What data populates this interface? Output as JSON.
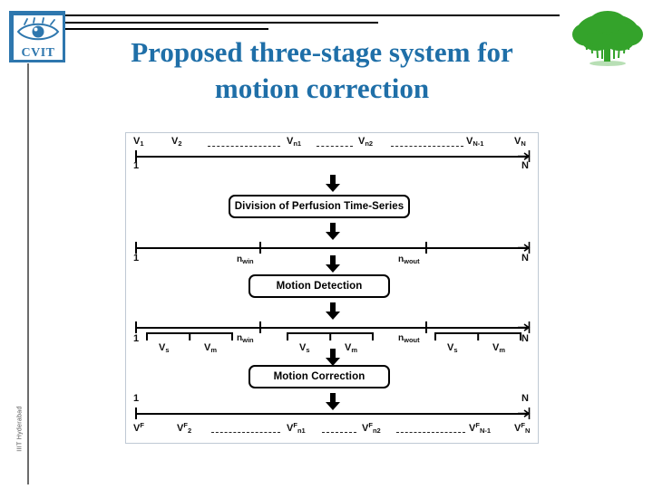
{
  "slide": {
    "title_line1": "Proposed three-stage system for",
    "title_line2": "motion correction",
    "title_color": "#1F6FA8",
    "footer_vertical": "IIIT Hyderabad"
  },
  "logos": {
    "cvit_word": "CVIT",
    "cvit_color": "#2E77AE",
    "tree_color": "#34A32B"
  },
  "diagram": {
    "border_color": "#BFC9D4",
    "rows": [
      {
        "id": "row-input",
        "left_number": "1",
        "right_number": "N",
        "numbers_position": "below",
        "labels": [
          {
            "base": "V",
            "sub": "1"
          },
          {
            "base": "V",
            "sub": "2"
          },
          {
            "base": "V",
            "sub": "n1"
          },
          {
            "base": "V",
            "sub": "n2"
          },
          {
            "base": "V",
            "sub": "N-1"
          },
          {
            "base": "V",
            "sub": "N"
          }
        ]
      },
      {
        "id": "row-windows",
        "left_number": "1",
        "right_number": "N",
        "numbers_position": "below",
        "ticks": [
          {
            "base": "n",
            "sub": "win"
          },
          {
            "base": "n",
            "sub": "wout"
          }
        ]
      },
      {
        "id": "row-segments",
        "left_number": "1",
        "right_number": "N",
        "numbers_position": "below",
        "ticks": [
          {
            "base": "n",
            "sub": "win"
          },
          {
            "base": "n",
            "sub": "wout"
          }
        ],
        "groups": [
          {
            "labels": [
              {
                "base": "V",
                "sub": "s"
              },
              {
                "base": "V",
                "sub": "m"
              }
            ]
          },
          {
            "labels": [
              {
                "base": "V",
                "sub": "s"
              },
              {
                "base": "V",
                "sub": "m"
              }
            ]
          },
          {
            "labels": [
              {
                "base": "V",
                "sub": "s"
              },
              {
                "base": "V",
                "sub": "m"
              }
            ]
          }
        ]
      },
      {
        "id": "row-output",
        "left_number": "1",
        "right_number": "N",
        "numbers_position": "above",
        "labels": [
          {
            "base": "V",
            "sup": "F",
            "sub": ""
          },
          {
            "base": "V",
            "sup": "F",
            "sub": "2"
          },
          {
            "base": "V",
            "sup": "F",
            "sub": "n1"
          },
          {
            "base": "V",
            "sup": "F",
            "sub": "n2"
          },
          {
            "base": "V",
            "sup": "F",
            "sub": "N-1"
          },
          {
            "base": "V",
            "sup": "F",
            "sub": "N"
          }
        ]
      }
    ],
    "stages": [
      {
        "id": "stage-division",
        "label": "Division of Perfusion Time-Series"
      },
      {
        "id": "stage-detection",
        "label": "Motion Detection"
      },
      {
        "id": "stage-correction",
        "label": "Motion Correction"
      }
    ]
  }
}
